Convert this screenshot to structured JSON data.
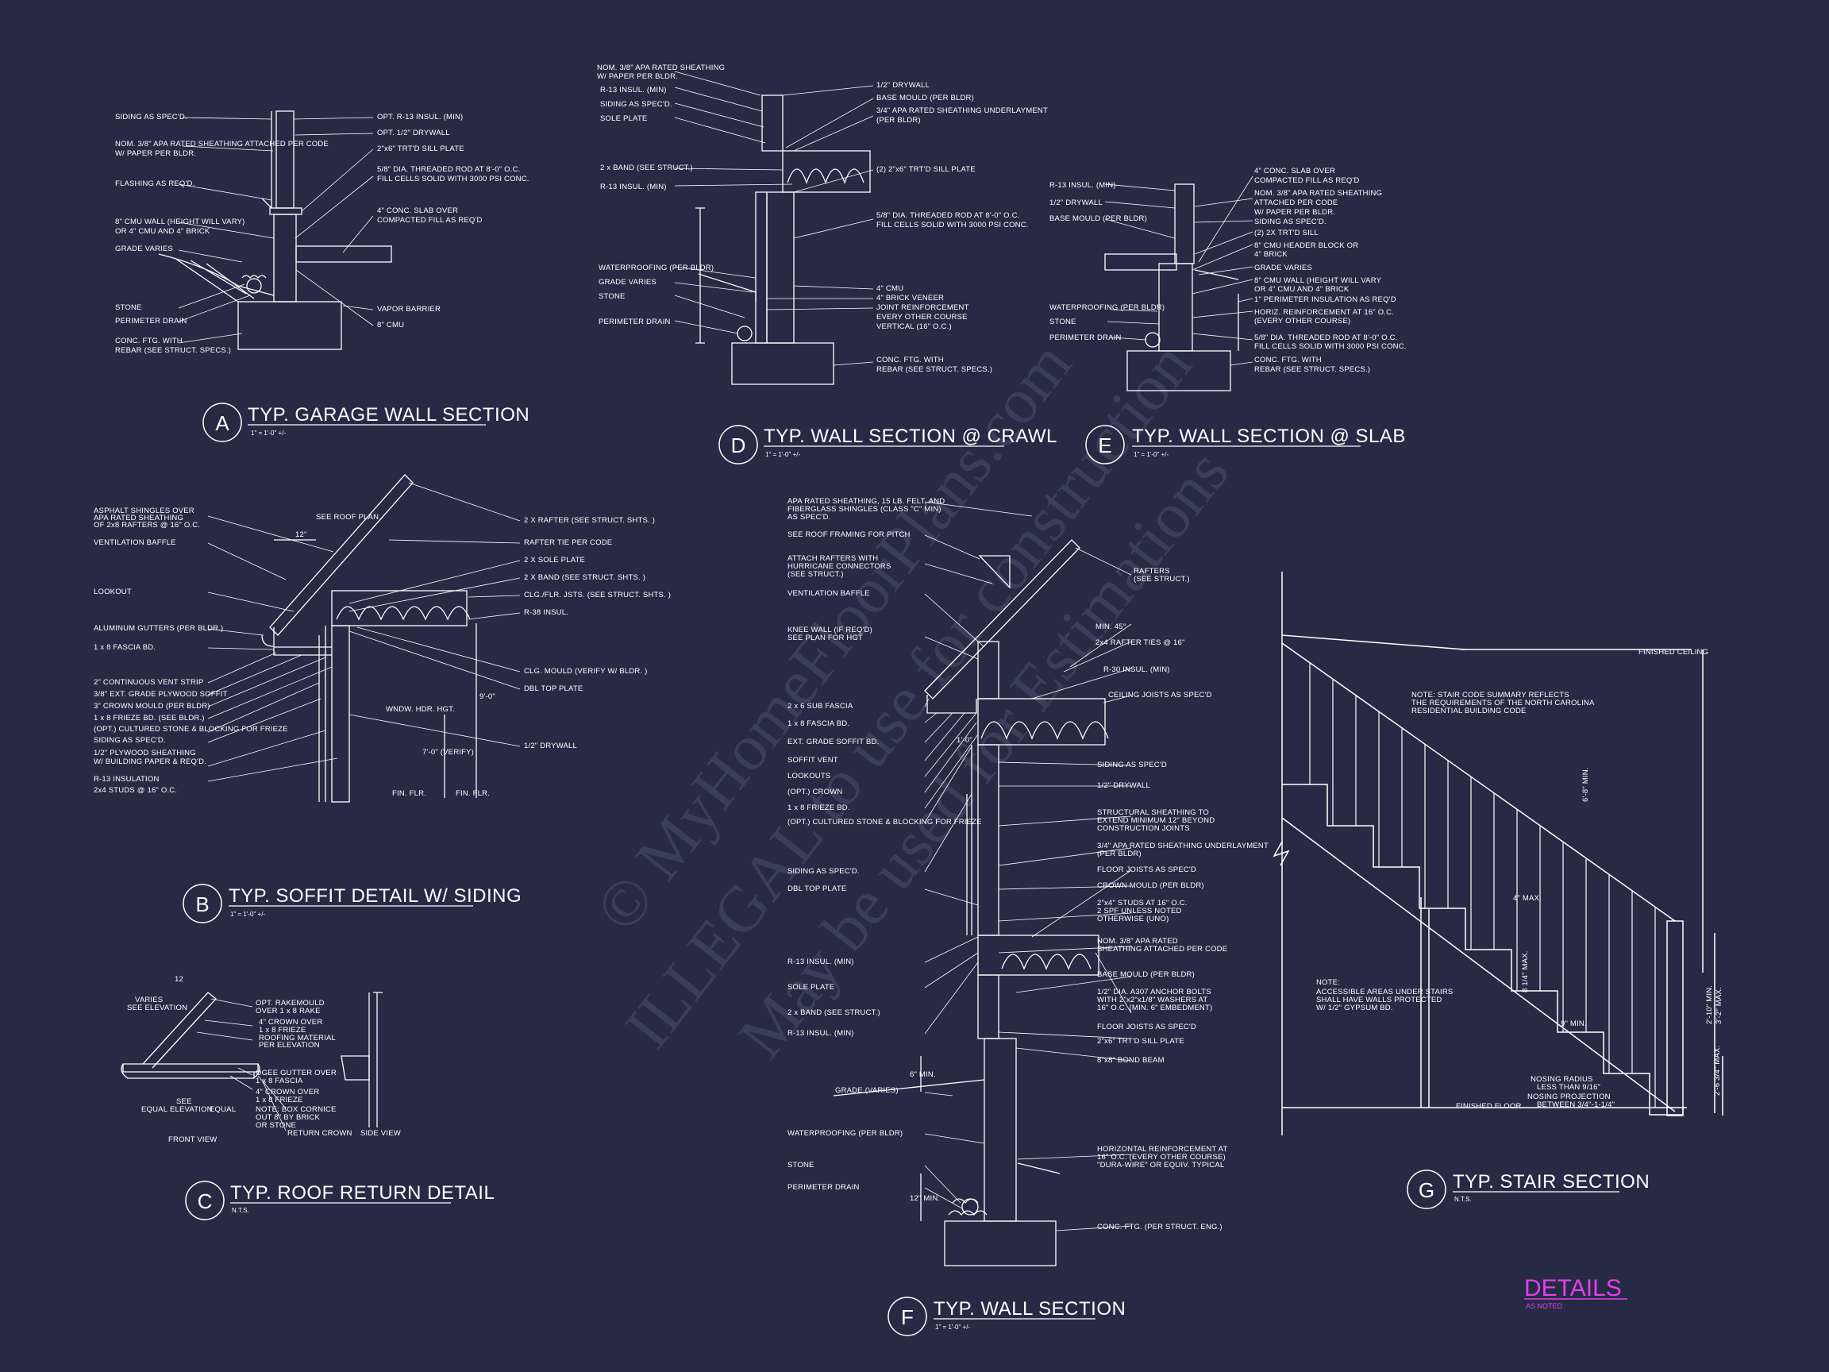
{
  "colors": {
    "background": "#262a45",
    "linework": "#ffffff",
    "sheet_title": "#e040e8",
    "watermark": "#4a4f6c"
  },
  "watermark": {
    "line1": "© MyHomeFloorPlans.com",
    "line2": "ILLEGAL to use for construction",
    "line3": "May be used for Estimations"
  },
  "sheet": {
    "title": "DETAILS",
    "subtitle": "AS NOTED"
  },
  "details": [
    {
      "tag": "A",
      "title": "TYP. GARAGE WALL SECTION",
      "scale": "1\" = 1'-0\" +/-",
      "labels": [
        "SIDING AS SPEC'D.",
        "NOM. 3/8\" APA RATED SHEATHING ATTACHED PER CODE",
        "W/ PAPER PER BLDR.",
        "FLASHING AS REQ'D.",
        "8\" CMU WALL (HEIGHT WILL VARY)",
        "OR 4\" CMU AND 4\" BRICK",
        "GRADE VARIES",
        "STONE",
        "PERIMETER DRAIN",
        "CONC. FTG. WITH",
        "REBAR (SEE STRUCT. SPECS.)",
        "OPT. R-13 INSUL. (MIN)",
        "OPT. 1/2\" DRYWALL",
        "2\"x6\" TRT'D SILL PLATE",
        "5/8\" DIA. THREADED ROD AT 8'-0\" O.C.",
        "FILL CELLS SOLID WITH 3000 PSI CONC.",
        "4\" CONC. SLAB OVER",
        "COMPACTED FILL AS REQ'D",
        "VAPOR BARRIER",
        "8\" CMU"
      ]
    },
    {
      "tag": "D",
      "title": "TYP. WALL SECTION @ CRAWL",
      "scale": "1\" = 1'-0\" +/-",
      "labels": [
        "NOM. 3/8\" APA RATED SHEATHING",
        "W/ PAPER PER BLDR.",
        "R-13 INSUL. (MIN)",
        "SIDING AS SPEC'D.",
        "SOLE PLATE",
        "2 x BAND (SEE STRUCT.)",
        "R-13 INSUL. (MIN)",
        "WATERPROOFING (PER BLDR)",
        "GRADE VARIES",
        "STONE",
        "PERIMETER DRAIN",
        "1/2\" DRYWALL",
        "BASE MOULD (PER BLDR)",
        "3/4\" APA RATED SHEATHING UNDERLAYMENT",
        "(PER BLDR)",
        "(2) 2\"x6\" TRT'D SILL PLATE",
        "5/8\" DIA. THREADED ROD AT 8'-0\" O.C.",
        "FILL CELLS SOLID WITH 3000 PSI CONC.",
        "4\" CMU",
        "4\" BRICK VENEER",
        "JOINT REINFORCEMENT",
        "EVERY OTHER COURSE",
        "VERTICAL (16\" O.C.)",
        "CONC. FTG. WITH",
        "REBAR (SEE STRUCT. SPECS.)"
      ]
    },
    {
      "tag": "E",
      "title": "TYP. WALL SECTION @ SLAB",
      "scale": "1\" = 1'-0\" +/-",
      "labels": [
        "R-13 INSUL. (MIN)",
        "1/2\" DRYWALL",
        "BASE MOULD (PER BLDR)",
        "WATERPROOFING (PER BLDR)",
        "STONE",
        "PERIMETER DRAIN",
        "4\" CONC. SLAB OVER",
        "COMPACTED FILL AS REQ'D",
        "NOM. 3/8\" APA RATED SHEATHING",
        "ATTACHED PER CODE",
        "W/ PAPER PER BLDR.",
        "SIDING AS SPEC'D.",
        "(2) 2X TRT'D SILL",
        "8\" CMU HEADER BLOCK OR",
        "4\" BRICK",
        "GRADE VARIES",
        "8\" CMU WALL (HEIGHT WILL VARY",
        "OR 4\" CMU AND 4\" BRICK",
        "1\" PERIMETER INSULATION AS REQ'D",
        "HORIZ. REINFORCEMENT AT 16\" O.C.",
        "(EVERY OTHER COURSE)",
        "5/8\" DIA. THREADED ROD AT 8'-0\" O.C.",
        "FILL CELLS SOLID WITH 3000 PSI CONC.",
        "CONC. FTG. WITH",
        "REBAR (SEE STRUCT. SPECS.)"
      ]
    },
    {
      "tag": "B",
      "title": "TYP. SOFFIT DETAIL W/ SIDING",
      "scale": "1\" = 1'-0\" +/-",
      "labels": [
        "ASPHALT SHINGLES OVER",
        "APA RATED SHEATHING",
        "OF 2x8 RAFTERS @ 16\" O.C.",
        "VENTILATION BAFFLE",
        "LOOKOUT",
        "ALUMINUM GUTTERS (PER BLDR.)",
        "1 x 8 FASCIA BD.",
        "2\" CONTINUOUS VENT STRIP",
        "3/8\" EXT. GRADE PLYWOOD SOFFIT",
        "3\" CROWN MOULD (PER BLDR)",
        "1 x 8 FRIEZE BD. (SEE BLDR.)",
        "(OPT.) CULTURED STONE & BLOCKING FOR FRIEZE",
        "SIDING AS SPEC'D.",
        "1/2\" PLYWOOD SHEATHING",
        "W/ BUILDING PAPER & REQ'D.",
        "R-13 INSULATION",
        "2x4 STUDS @ 16\" O.C.",
        "SEE ROOF PLAN",
        "2 X RAFTER (SEE STRUCT. SHTS. )",
        "RAFTER TIE PER CODE",
        "2 X SOLE PLATE",
        "2 X BAND (SEE STRUCT. SHTS. )",
        "CLG./FLR. JSTS. (SEE STRUCT. SHTS. )",
        "R-38 INSUL.",
        "CLG. MOULD (VERIFY W/ BLDR. )",
        "DBL TOP PLATE",
        "1/2\" DRYWALL",
        "12\"",
        "WNDW. HDR. HGT.",
        "9'-0\"",
        "7'-0\" (VERIFY)",
        "FIN. FLR.",
        "FIN. FLR."
      ]
    },
    {
      "tag": "C",
      "title": "TYP. ROOF RETURN DETAIL",
      "scale": "N.T.S.",
      "labels": [
        "12",
        "VARIES",
        "SEE ELEVATION",
        "OPT. RAKEMOULD",
        "OVER 1 x 8 RAKE",
        "4\" CROWN OVER",
        "1 x 8 FRIEZE",
        "ROOFING MATERIAL",
        "PER ELEVATION",
        "OGEE GUTTER OVER",
        "1 x 8 FASCIA",
        "4\" CROWN OVER",
        "1 x 8 FRIEZE",
        "NOTE: BOX CORNICE",
        "OUT 8\" BY BRICK",
        "OR STONE",
        "RETURN CROWN",
        "SEE",
        "EQUAL",
        "ELEVATION",
        "EQUAL",
        "FRONT VIEW",
        "SIDE VIEW"
      ]
    },
    {
      "tag": "F",
      "title": "TYP. WALL SECTION",
      "scale": "1\" = 1'-0\" +/-",
      "labels": [
        "APA RATED SHEATHING, 15 LB. FELT, AND",
        "FIBERGLASS SHINGLES (CLASS \"C\" MIN)",
        "AS SPEC'D.",
        "SEE ROOF FRAMING FOR PITCH",
        "ATTACH RAFTERS WITH",
        "HURRICANE CONNECTORS",
        "(SEE STRUCT.)",
        "VENTILATION BAFFLE",
        "KNEE WALL (IF REQ'D)",
        "SEE PLAN FOR HGT",
        "2 x 6 SUB FASCIA",
        "1 x 8 FASCIA BD.",
        "EXT. GRADE SOFFIT BD.",
        "SOFFIT VENT",
        "LOOKOUTS",
        "(OPT.) CROWN",
        "1 x 8 FRIEZE BD.",
        "(OPT.) CULTURED STONE & BLOCKING FOR FRIEZE",
        "SIDING AS SPEC'D.",
        "DBL TOP PLATE",
        "R-13 INSUL. (MIN)",
        "SOLE PLATE",
        "2 x BAND (SEE STRUCT.)",
        "R-13 INSUL. (MIN)",
        "GRADE (VARIES)",
        "WATERPROOFING (PER BLDR)",
        "STONE",
        "PERIMETER DRAIN",
        "RAFTERS",
        "(SEE STRUCT.)",
        "MIN. 45°",
        "2x4 RAFTER TIES @ 16\"",
        "R-30 INSUL. (MIN)",
        "CEILING JOISTS AS SPEC'D",
        "SIDING AS SPEC'D",
        "1/2\" DRYWALL",
        "STRUCTURAL SHEATHING TO",
        "EXTEND MINIMUM 12\" BEYOND",
        "CONSTRUCTION JOINTS",
        "3/4\" APA RATED SHEATHING UNDERLAYMENT",
        "(PER BLDR)",
        "FLOOR JOISTS AS SPEC'D",
        "CROWN MOULD (PER BLDR)",
        "2\"x4\" STUDS AT 16\" O.C.",
        "2 SPF UNLESS NOTED",
        "OTHERWISE (UNO)",
        "NOM. 3/8\" APA RATED",
        "SHEATHING ATTACHED PER CODE",
        "BASE MOULD (PER BLDR)",
        "1/2\" DIA. A307 ANCHOR BOLTS",
        "WITH 2\"x2\"x1/8\" WASHERS AT",
        "16\" O.C. (MIN. 6\" EMBEDMENT)",
        "FLOOR JOISTS AS SPEC'D",
        "2\"x6\" TRT'D SILL PLATE",
        "8\"x8\" BOND BEAM",
        "HORIZONTAL REINFORCEMENT AT",
        "16\" O.C. (EVERY OTHER COURSE)",
        "\"DURA-WIRE\" OR EQUIV. TYPICAL",
        "CONC. FTG. (PER STRUCT. ENG.)",
        "1'-0\"",
        "6\" MIN.",
        "12\" MIN."
      ]
    },
    {
      "tag": "G",
      "title": "TYP. STAIR SECTION",
      "scale": "N.T.S.",
      "labels": [
        "FINISHED CEILING",
        "NOTE: STAIR CODE SUMMARY REFLECTS",
        "THE REQUIREMENTS OF THE NORTH CAROLINA",
        "RESIDENTIAL BUILDING CODE",
        "NOTE:",
        "ACCESSIBLE AREAS UNDER STAIRS",
        "SHALL HAVE WALLS PROTECTED",
        "W/ 1/2\" GYPSUM BD.",
        "6'-8\" MIN.",
        "4\" MAX.",
        "8 1/4\" MAX.",
        "9\" MIN.",
        "2'-10\" MIN.",
        "3'-2\" MAX.",
        "2'-6 3/4\" MAX.",
        "NOSING RADIUS",
        "LESS THAN 9/16\"",
        "NOSING PROJECTION",
        "BETWEEN 3/4\"-1-1/4\"",
        "FINISHED FLOOR"
      ]
    }
  ]
}
